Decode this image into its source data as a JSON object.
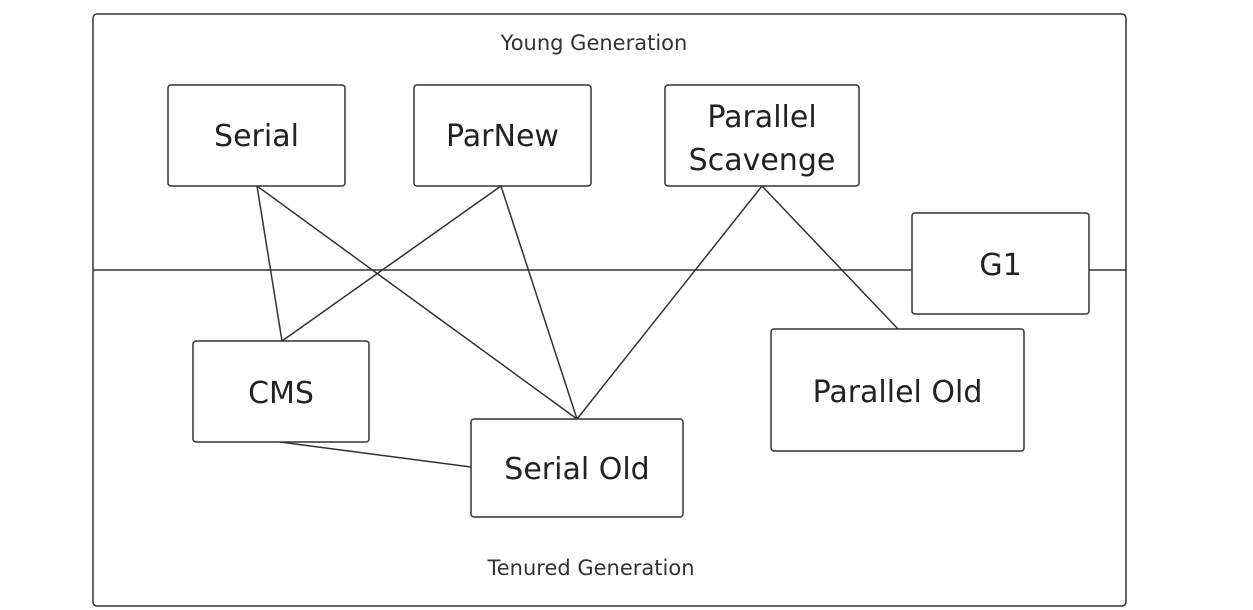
{
  "regions": {
    "young": "Young Generation",
    "tenured": "Tenured Generation"
  },
  "nodes": {
    "serial": "Serial",
    "parnew": "ParNew",
    "parallel_scavenge": [
      "Parallel",
      "Scavenge"
    ],
    "g1": "G1",
    "cms": "CMS",
    "serial_old": "Serial Old",
    "parallel_old": "Parallel Old"
  },
  "edges": [
    {
      "from": "Serial",
      "to": "CMS"
    },
    {
      "from": "Serial",
      "to": "Serial Old"
    },
    {
      "from": "ParNew",
      "to": "CMS"
    },
    {
      "from": "ParNew",
      "to": "Serial Old"
    },
    {
      "from": "Parallel Scavenge",
      "to": "Serial Old"
    },
    {
      "from": "Parallel Scavenge",
      "to": "Parallel Old"
    },
    {
      "from": "CMS",
      "to": "Serial Old"
    }
  ]
}
